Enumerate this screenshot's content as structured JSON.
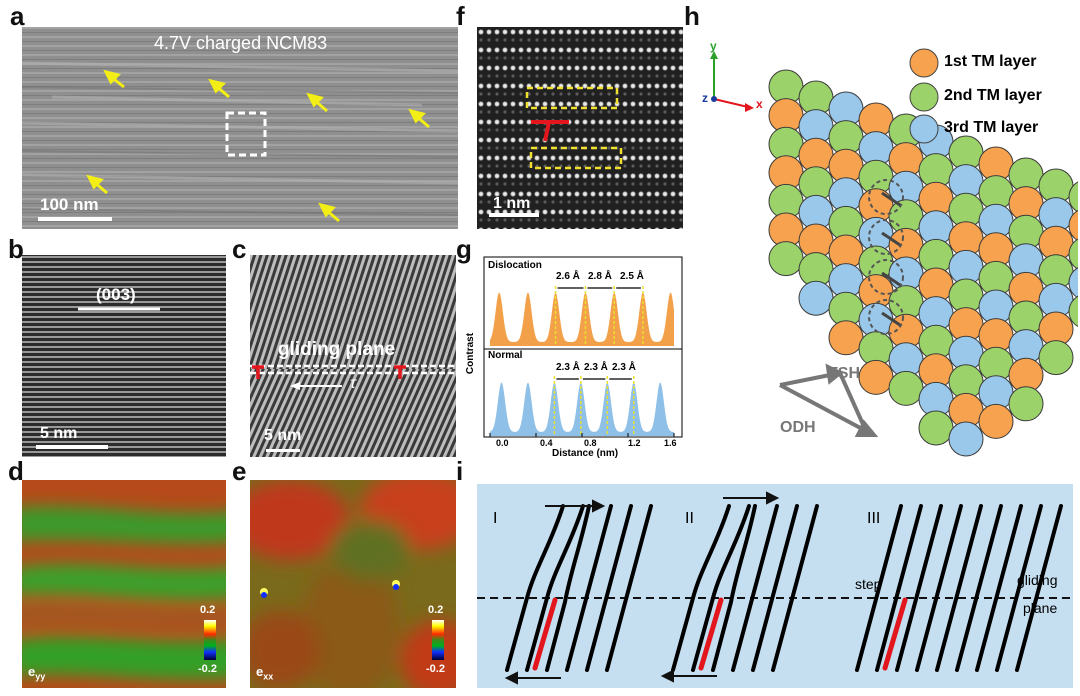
{
  "panel_labels": {
    "a": "a",
    "b": "b",
    "c": "c",
    "d": "d",
    "e": "e",
    "f": "f",
    "g": "g",
    "h": "h",
    "i": "i"
  },
  "panel_a": {
    "title": "4.7V charged NCM83",
    "scale": "100 nm"
  },
  "panel_b": {
    "plane": "(003)",
    "scale": "5 nm"
  },
  "panel_c": {
    "caption": "gliding plane",
    "tau": "τ",
    "scale": "5 nm"
  },
  "panel_d": {
    "cb_max": "0.2",
    "cb_min": "-0.2",
    "strain_base": "e",
    "strain_sub": "yy"
  },
  "panel_e": {
    "cb_max": "0.2",
    "cb_min": "-0.2",
    "strain_base": "e",
    "strain_sub": "xx"
  },
  "panel_f": {
    "scale": "1 nm"
  },
  "panel_g": {
    "ylabel": "Contrast",
    "xlabel": "Distance (nm)",
    "xticks": [
      "0.0",
      "0.4",
      "0.8",
      "1.2",
      "1.6"
    ],
    "top": {
      "title": "Dislocation",
      "spacings": [
        "2.6 Å",
        "2.8 Å",
        "2.5 Å"
      ]
    },
    "bottom": {
      "title": "Normal",
      "spacings": [
        "2.3 Å",
        "2.3 Å",
        "2.3 Å"
      ]
    }
  },
  "chart_data": [
    {
      "type": "area",
      "title": "Dislocation",
      "xlabel": "Distance (nm)",
      "ylabel": "Contrast",
      "xlim": [
        0,
        1.6
      ],
      "peaks_x": [
        0.08,
        0.33,
        0.57,
        0.83,
        1.08,
        1.33,
        1.57
      ],
      "series": [
        {
          "name": "Dislocation",
          "color": "#f3a04a"
        }
      ]
    },
    {
      "type": "area",
      "title": "Normal",
      "xlabel": "Distance (nm)",
      "ylabel": "Contrast",
      "xlim": [
        0,
        1.6
      ],
      "peaks_x": [
        0.1,
        0.33,
        0.56,
        0.79,
        1.02,
        1.25,
        1.48
      ],
      "series": [
        {
          "name": "Normal",
          "color": "#8ec0e8"
        }
      ]
    }
  ],
  "panel_h": {
    "axes": {
      "x": "x",
      "y": "y",
      "z": "z"
    },
    "legend": [
      {
        "label": "1st TM layer",
        "color": "#f7a24e"
      },
      {
        "label": "2nd TM layer",
        "color": "#9bd26a"
      },
      {
        "label": "3rd TM layer",
        "color": "#9ac8ea"
      }
    ],
    "tsh": "TSH",
    "odh": "ODH"
  },
  "panel_i": {
    "stages": [
      "I",
      "II",
      "III"
    ],
    "step": "step",
    "gliding": "gliding",
    "plane": "plane",
    "bg": "#c5def0"
  },
  "colors": {
    "accent_red": "#e3161d",
    "arrow_yellow": "#f2ee16",
    "dash_yellow": "#f0e030"
  }
}
